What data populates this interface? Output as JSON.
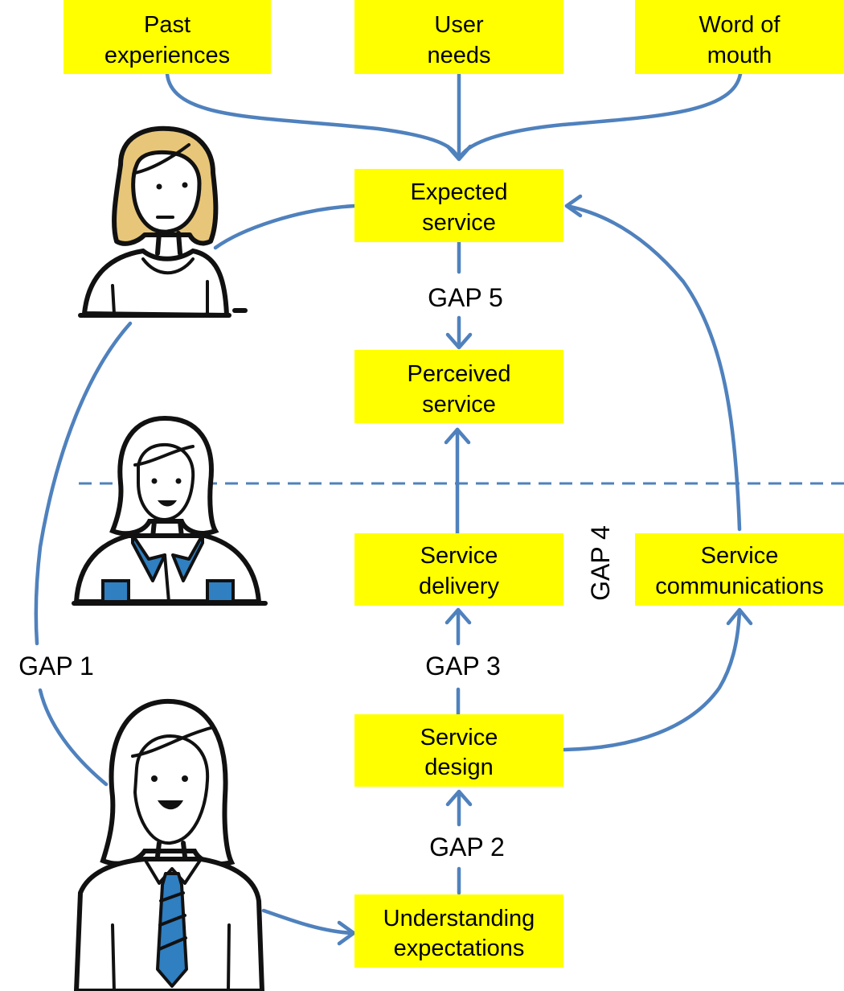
{
  "diagram": {
    "boxes": {
      "past_experiences": [
        "Past",
        "experiences"
      ],
      "user_needs": [
        "User",
        "needs"
      ],
      "word_of_mouth": [
        "Word of",
        "mouth"
      ],
      "expected_service": [
        "Expected",
        "service"
      ],
      "perceived_service": [
        "Perceived",
        "service"
      ],
      "service_delivery": [
        "Service",
        "delivery"
      ],
      "service_communications": [
        "Service",
        "communications"
      ],
      "service_design": [
        "Service",
        "design"
      ],
      "understanding_expectations": [
        "Understanding",
        "expectations"
      ]
    },
    "gaps": {
      "gap1": "GAP 1",
      "gap2": "GAP 2",
      "gap3": "GAP 3",
      "gap4": "GAP 4",
      "gap5": "GAP 5"
    },
    "colors": {
      "box_fill": "#ffff00",
      "arrow": "#4f81bd",
      "hair_customer": "#e8c679",
      "uniform_accent": "#2f7fc1"
    },
    "figures": [
      "customer-figure",
      "employee-figure",
      "manager-figure"
    ]
  }
}
